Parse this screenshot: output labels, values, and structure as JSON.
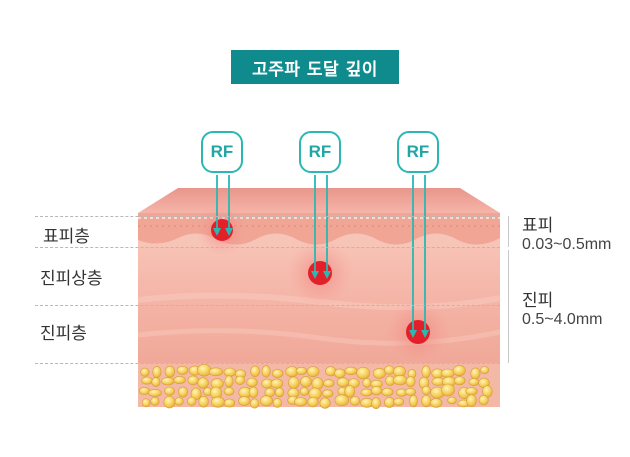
{
  "title": "고주파 도달 깊이",
  "probes": [
    {
      "label": "RF"
    },
    {
      "label": "RF"
    },
    {
      "label": "RF"
    }
  ],
  "layers_left": [
    "표피층",
    "진피상층",
    "진피층"
  ],
  "depth_right": [
    {
      "name": "표피",
      "range": "0.03~0.5mm"
    },
    {
      "name": "진피",
      "range": "0.5~4.0mm"
    }
  ],
  "colors": {
    "title_bg": "#0f8b8d",
    "rf_border": "#2bb7b2",
    "arrow": "#2bb7b2",
    "target": "#e3202a",
    "skin": "#f4b2a6",
    "fat": "#f2c84b"
  }
}
